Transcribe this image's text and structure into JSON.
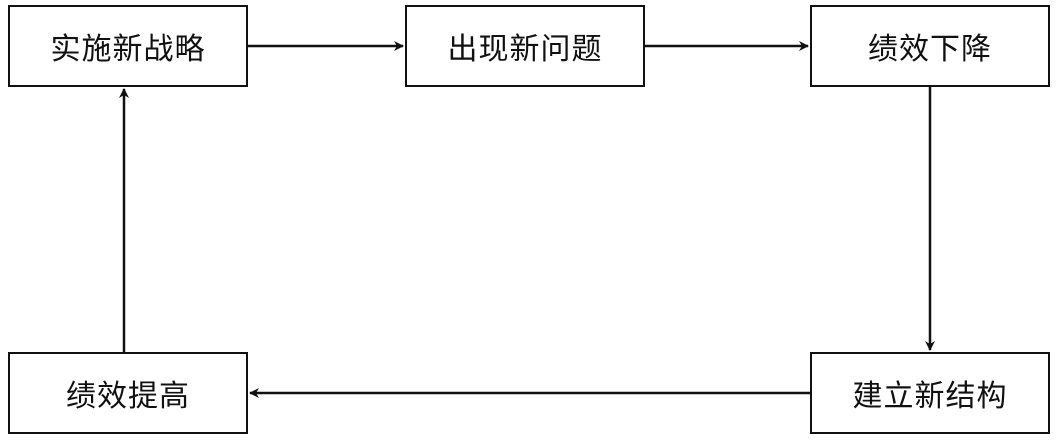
{
  "diagram": {
    "nodes": {
      "strategy": "实施新战略",
      "problem": "出现新问题",
      "decline": "绩效下降",
      "structure": "建立新结构",
      "improve": "绩效提高"
    },
    "edges": [
      {
        "from": "strategy",
        "to": "problem"
      },
      {
        "from": "problem",
        "to": "decline"
      },
      {
        "from": "decline",
        "to": "structure"
      },
      {
        "from": "structure",
        "to": "improve"
      },
      {
        "from": "improve",
        "to": "strategy"
      }
    ]
  }
}
